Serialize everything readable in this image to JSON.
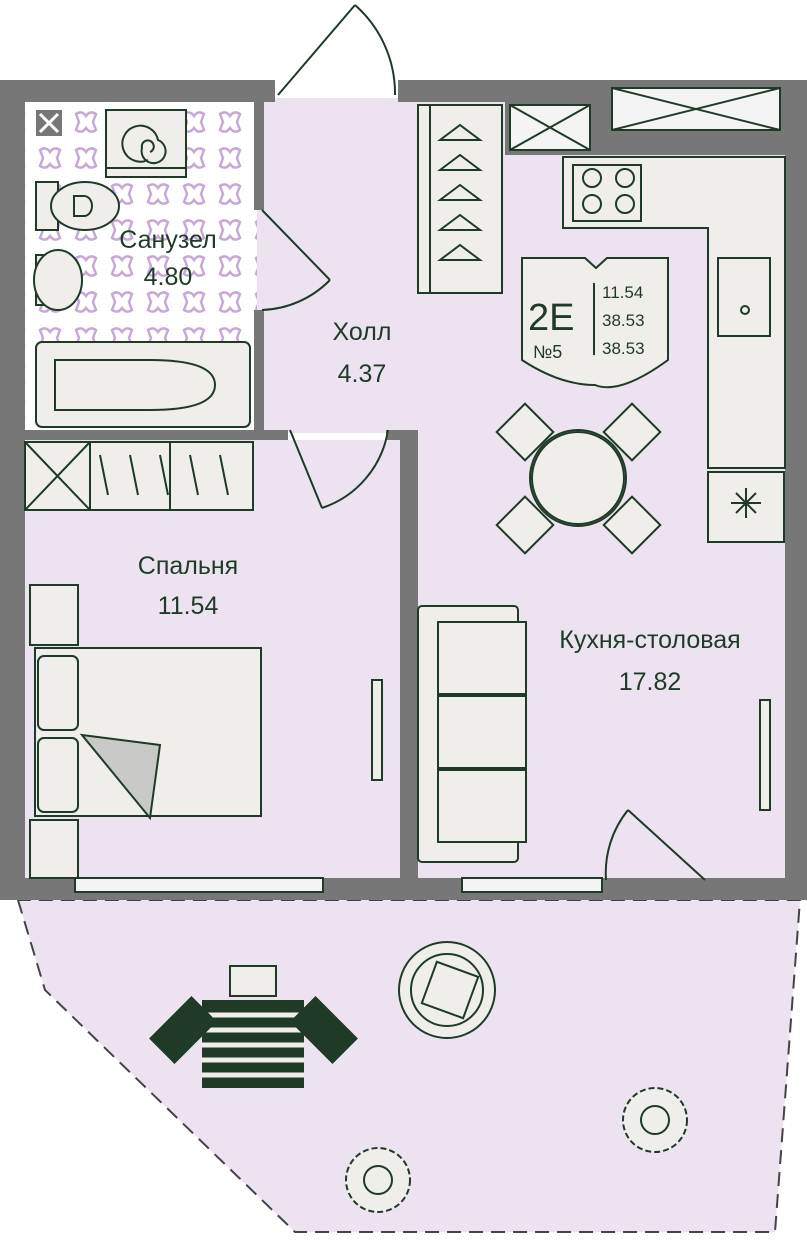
{
  "plan": {
    "badge": {
      "type": "2E",
      "number": "№5",
      "areas": [
        "11.54",
        "38.53",
        "38.53"
      ]
    },
    "rooms": [
      {
        "name": "Санузел",
        "area": "4.80"
      },
      {
        "name": "Холл",
        "area": "4.37"
      },
      {
        "name": "Спальня",
        "area": "11.54"
      },
      {
        "name": "Кухня-столовая",
        "area": "17.82"
      }
    ]
  },
  "colors": {
    "wall": "#777777",
    "floor": "#ede3f0",
    "ink": "#1f3a26",
    "furniture": "#f0eeeb"
  }
}
